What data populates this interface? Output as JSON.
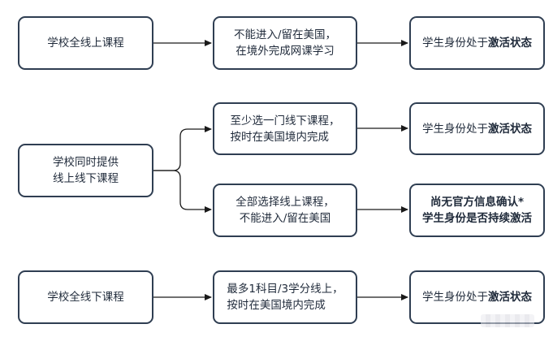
{
  "diagram": {
    "row1": {
      "source": "学校全线上课程",
      "condition_line1": "不能进入/留在美国，",
      "condition_line2": "在境外完成网课学习",
      "status_prefix": "学生身份处于",
      "status_bold": "激活状态"
    },
    "row2": {
      "source_line1": "学校同时提供",
      "source_line2": "线上线下课程",
      "branch_a": {
        "condition_line1": "至少选一门线下课程，",
        "condition_line2": "按时在美国境内完成",
        "status_prefix": "学生身份处于",
        "status_bold": "激活状态"
      },
      "branch_b": {
        "condition_line1": "全部选择线上课程，",
        "condition_line2": "不能进入/留在美国",
        "status_line1": "尚无官方信息确认*",
        "status_line2": "学生身份是否持续激活"
      }
    },
    "row3": {
      "source": "学校全线下课程",
      "condition_line1": "最多1科目/3学分线上，",
      "condition_line2": "按时在美国境内完成",
      "status_prefix": "学生身份处于",
      "status_bold": "激活状态"
    },
    "colors": {
      "border": "#2f3e52",
      "text": "#1f2a3a",
      "connector": "#1a1a1a"
    }
  }
}
